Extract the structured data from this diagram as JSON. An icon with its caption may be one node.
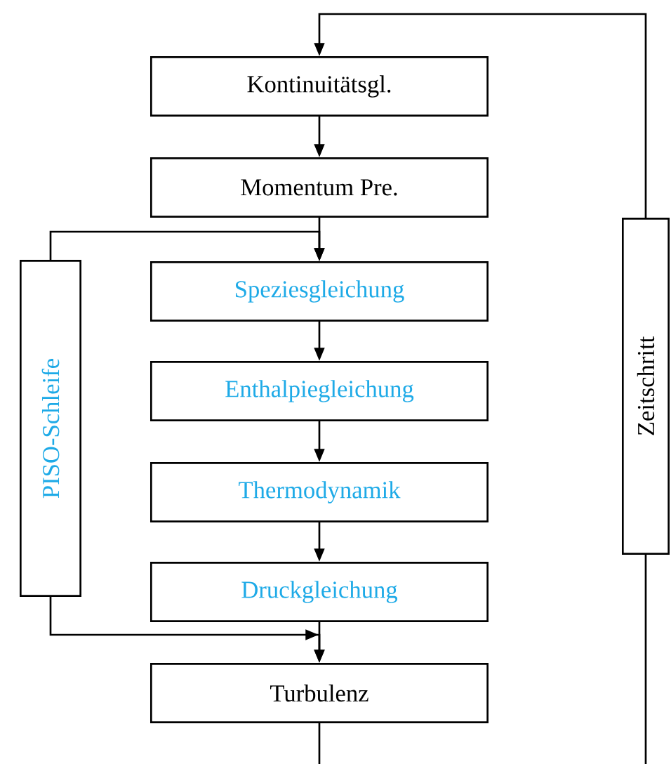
{
  "diagram": {
    "nodes": [
      {
        "text": [
          "Kontinuitätsgl."
        ]
      },
      {
        "text": [
          "Momentum Pre."
        ]
      },
      {
        "text": [
          "Speziesgleichung"
        ]
      },
      {
        "text": [
          "Enthalpiegleichung"
        ]
      },
      {
        "text": [
          "Thermodynamik"
        ]
      },
      {
        "text": [
          "Druckgleichung"
        ]
      },
      {
        "text": [
          "Turbulenz"
        ]
      },
      {
        "text": [
          "PISO-Schleife"
        ]
      },
      {
        "text": [
          "Zeitschritt"
        ]
      }
    ],
    "edges": [
      {
        "from": 0,
        "to": 1,
        "arrow": "to"
      },
      {
        "from": 1,
        "to": 2,
        "arrow": "to"
      },
      {
        "from": 2,
        "to": 3,
        "arrow": "to"
      },
      {
        "from": 3,
        "to": 4,
        "arrow": "to"
      },
      {
        "from": 4,
        "to": 5,
        "arrow": "to"
      },
      {
        "from": 5,
        "to": 6,
        "arrow": "to"
      },
      {
        "from": 7,
        "to": 2,
        "arrow": "to"
      },
      {
        "from": 7,
        "to": 6,
        "arrow": "to"
      },
      {
        "from": 6,
        "to": 8,
        "arrow": "none"
      },
      {
        "from": 8,
        "to": 0,
        "arrow": "to"
      }
    ]
  }
}
